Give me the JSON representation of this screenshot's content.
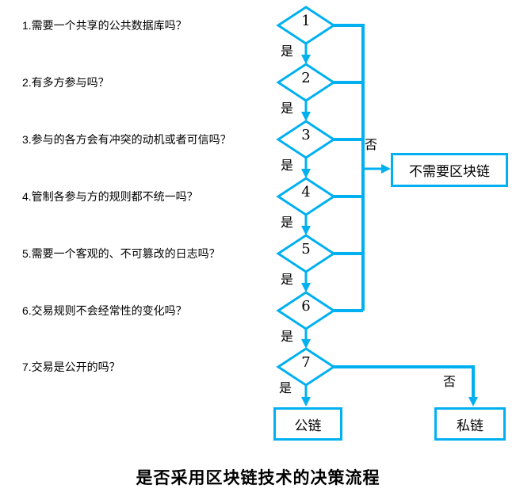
{
  "title": "是否采用区块链技术的决策流程",
  "colors": {
    "line": "#00B0F0",
    "text": "#000000"
  },
  "labels": {
    "yes": "是",
    "no": "否"
  },
  "questions": [
    "1.需要一个共享的公共数据库吗？",
    "2.有多方参与吗？",
    "3.参与的各方会有冲突的动机或者可信吗？",
    "4.管制各参与方的规则都不统一吗？",
    "5.需要一个客观的、不可篡改的日志吗？",
    "6.交易规则不会经常性的变化吗？",
    "7.交易是公开的吗？"
  ],
  "nodes": [
    "1",
    "2",
    "3",
    "4",
    "5",
    "6",
    "7"
  ],
  "boxes": {
    "reject": "不需要区块链",
    "public": "公链",
    "private": "私链"
  }
}
